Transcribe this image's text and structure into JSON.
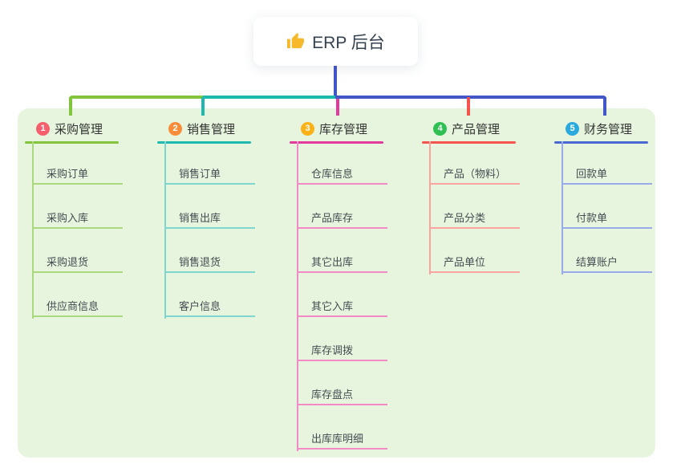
{
  "root": {
    "label": "ERP 后台",
    "icon": "thumbs-up-icon"
  },
  "connector_colors": {
    "root": "#4356c7"
  },
  "branches": [
    {
      "num": "1",
      "title": "采购管理",
      "colors": {
        "badge": "#f85f6d",
        "accent": "#82c43c",
        "child_line": "#a9d87d"
      },
      "children": [
        "采购订单",
        "采购入库",
        "采购退货",
        "供应商信息"
      ]
    },
    {
      "num": "2",
      "title": "销售管理",
      "colors": {
        "badge": "#fb8c3a",
        "accent": "#1db8ae",
        "child_line": "#7fd6cf"
      },
      "children": [
        "销售订单",
        "销售出库",
        "销售退货",
        "客户信息"
      ]
    },
    {
      "num": "3",
      "title": "库存管理",
      "colors": {
        "badge": "#fbb117",
        "accent": "#e23a9d",
        "child_line": "#f489c8"
      },
      "children": [
        "仓库信息",
        "产品库存",
        "其它出库",
        "其它入库",
        "库存调拨",
        "库存盘点",
        "出库库明细"
      ]
    },
    {
      "num": "4",
      "title": "产品管理",
      "colors": {
        "badge": "#2fbf52",
        "accent": "#f8544f",
        "child_line": "#fba3a0"
      },
      "children": [
        "产品（物料）",
        "产品分类",
        "产品单位"
      ]
    },
    {
      "num": "5",
      "title": "财务管理",
      "colors": {
        "badge": "#2aa9de",
        "accent": "#4a68d2",
        "child_line": "#97abe9"
      },
      "children": [
        "回款单",
        "付款单",
        "结算账户"
      ]
    }
  ]
}
